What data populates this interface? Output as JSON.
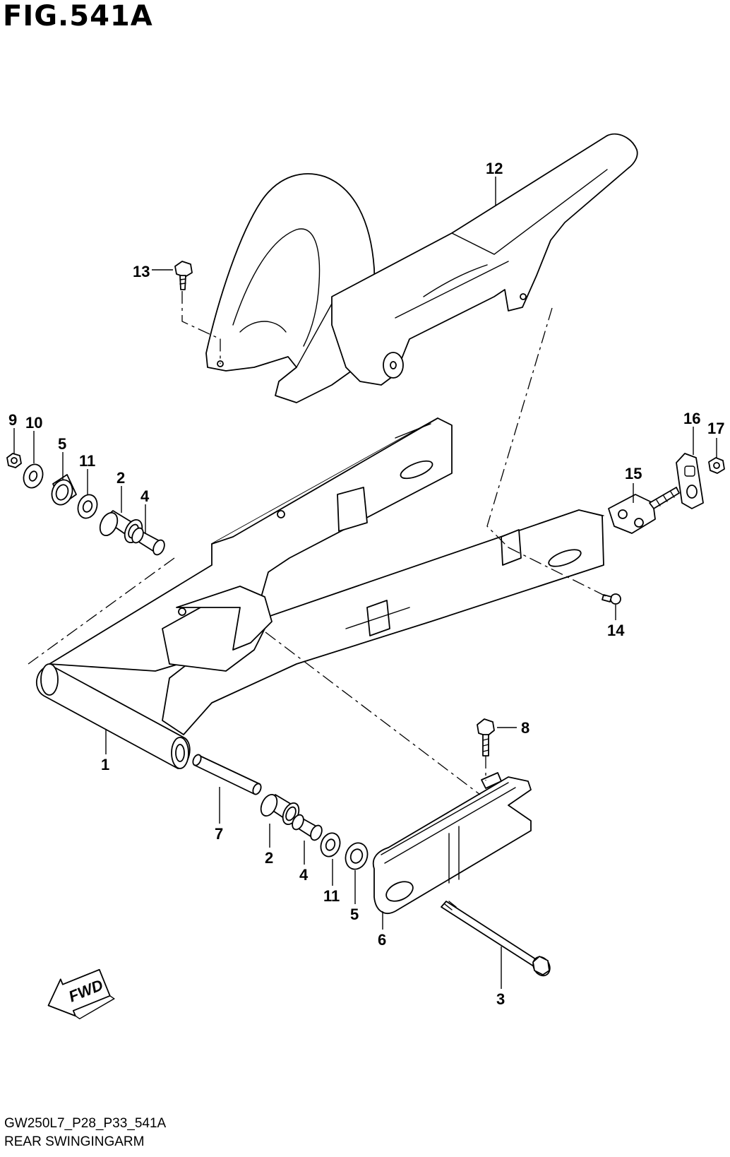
{
  "figure": {
    "title": "FIG.541A",
    "drawing_code": "GW250L7_P28_P33_541A",
    "section_name": "REAR SWINGINGARM",
    "direction_label": "FWD"
  },
  "callouts": {
    "c1": "1",
    "c2a": "2",
    "c2b": "2",
    "c3": "3",
    "c4a": "4",
    "c4b": "4",
    "c5a": "5",
    "c5b": "5",
    "c6": "6",
    "c7": "7",
    "c8": "8",
    "c9": "9",
    "c10": "10",
    "c11a": "11",
    "c11b": "11",
    "c12": "12",
    "c13": "13",
    "c14": "14",
    "c15": "15",
    "c16": "16",
    "c17": "17"
  }
}
